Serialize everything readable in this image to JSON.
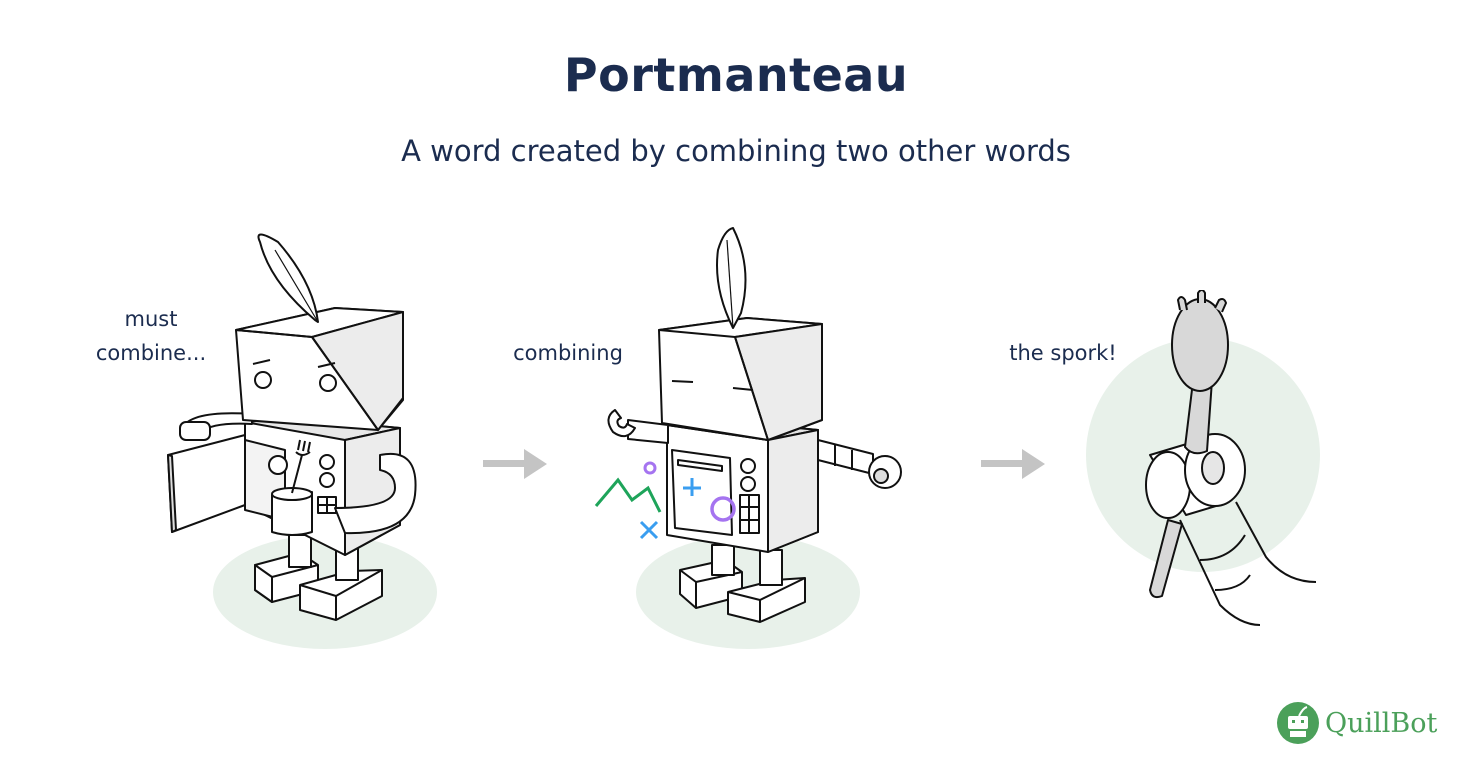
{
  "header": {
    "title": "Portmanteau",
    "subtitle": "A word created by combining two other words"
  },
  "panels": [
    {
      "caption_line1": "must",
      "caption_line2": "combine...",
      "illustration": "robot-holding-cup-with-spoon-and-fork"
    },
    {
      "caption": "combining",
      "illustration": "robot-combining-with-sparkles"
    },
    {
      "caption": "the spork!",
      "illustration": "robot-arm-holding-spork"
    }
  ],
  "arrows": [
    "arrow-right-icon",
    "arrow-right-icon"
  ],
  "brand": {
    "name": "QuillBot",
    "color": "#4ba05a"
  },
  "colors": {
    "text": "#1b2c4f",
    "ground_circle": "#e8f1ea",
    "arrow": "#c4c4c4",
    "accent_green": "#1ea45a",
    "accent_blue": "#3a9ef0",
    "accent_purple": "#a574f0"
  }
}
